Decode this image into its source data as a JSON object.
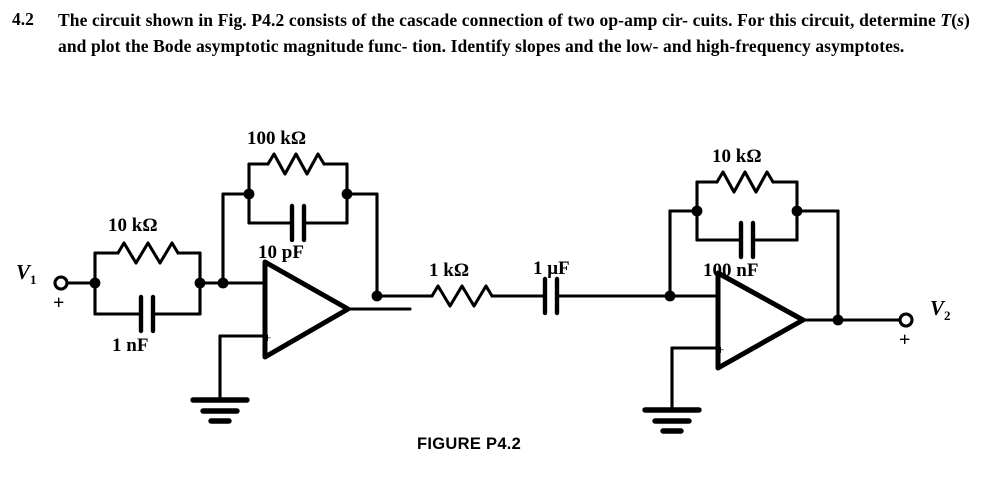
{
  "problem": {
    "number": "4.2",
    "line1_a": "The circuit shown in Fig. P4.2 consists of the cascade connection of two op-amp cir-",
    "line2_a": "cuits. For this circuit, determine ",
    "line2_italic": "T",
    "line2_b": "(",
    "line2_italic2": "s",
    "line2_c": ") and plot the Bode asymptotic magnitude func-",
    "line3_a": "tion. Identify slopes and the low- and high-frequency asymptotes."
  },
  "figure": {
    "caption": "FIGURE P4.2",
    "stroke_color": "#000000"
  },
  "circuit": {
    "input_terminal": {
      "label": "V",
      "subscript": "1",
      "polarity": "+"
    },
    "output_terminal": {
      "label": "V",
      "subscript": "2",
      "polarity": "+"
    },
    "stage1": {
      "input_network": {
        "resistor": "10 kΩ",
        "capacitor": "1 nF"
      },
      "feedback_network": {
        "resistor": "100 kΩ",
        "capacitor": "10 pF"
      },
      "opamp_noninverting_mark": "+"
    },
    "interstage": {
      "resistor": "1 kΩ",
      "capacitor": "1 μF"
    },
    "stage2": {
      "feedback_network": {
        "resistor": "10 kΩ",
        "capacitor": "100 nF"
      },
      "opamp_noninverting_mark": "+"
    }
  }
}
